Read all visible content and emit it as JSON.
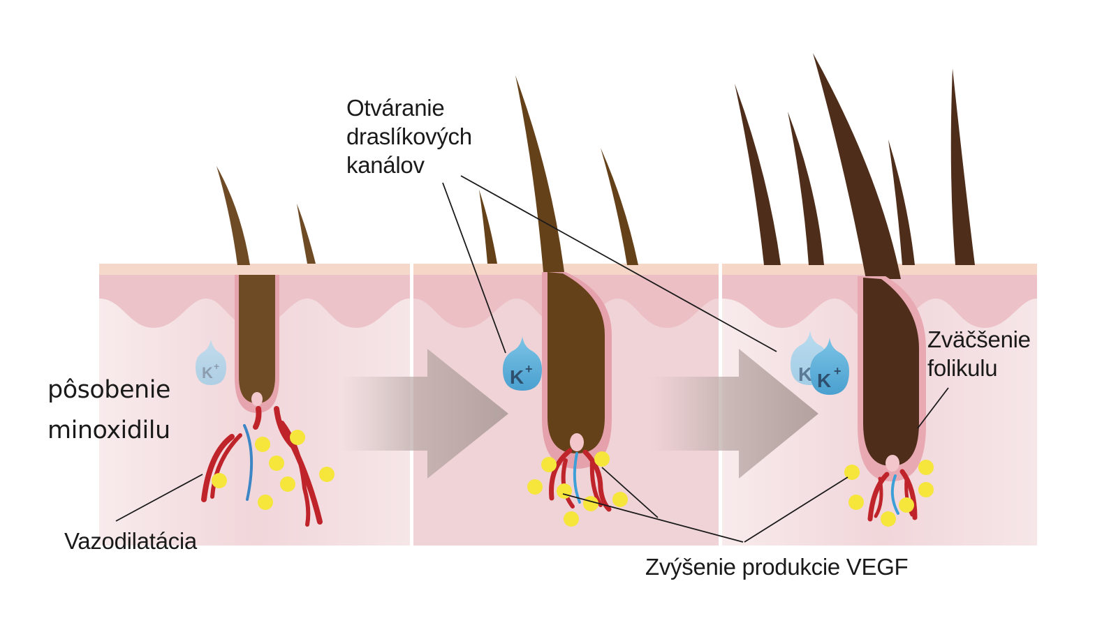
{
  "labels": {
    "minoxidil_line1": "pôsobenie",
    "minoxidil_line2": "minoxidilu",
    "vasodilation": "Vazodilatácia",
    "potassium_line1": "Otváranie",
    "potassium_line2": "draslíkových",
    "potassium_line3": "kanálov",
    "follicle_line1": "Zväčšenie",
    "follicle_line2": "folikulu",
    "vegf": "Zvýšenie produkcie VEGF"
  },
  "potassium_ion": {
    "symbol": "K",
    "charge": "+"
  },
  "colors": {
    "skin_top": "#f6d6c8",
    "epidermis": "#eec3c8",
    "dermis": "#f3dfe1",
    "hair_panel1": "#6e4a25",
    "hair_panel2": "#654119",
    "hair_panel3": "#4e2d1a",
    "follicle_sheath": "#e9a3ae",
    "blood_vessel": "#c0242b",
    "blue_vessel": "#3d86c6",
    "vegf_dot": "#f6e53a",
    "arrow": "#b7a4a2",
    "potassium_drop": "#5fb2da"
  }
}
